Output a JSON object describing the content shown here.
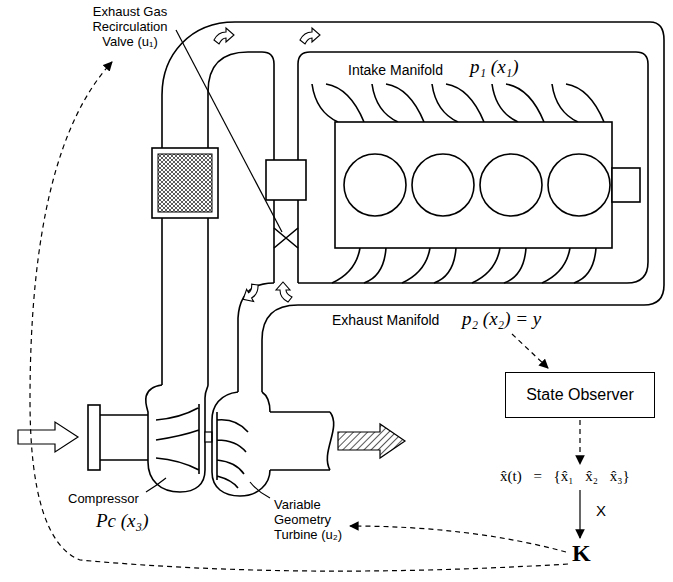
{
  "diagram": {
    "nodes": [
      {
        "text": [
          "State Observer"
        ]
      }
    ],
    "labels": [
      "Exhaust Gas Recirculation Valve (u₁)",
      "Intake Manifold",
      "p₁ (x₁)",
      "Exhaust Manifold",
      "p₂ (x₂) = y",
      "Compressor",
      "Pc (x₃)",
      "Variable Geometry Turbine (u₂)",
      "x̂(t) = {x̂₁ x̂₂ x̂₃}",
      "X",
      "K"
    ]
  }
}
